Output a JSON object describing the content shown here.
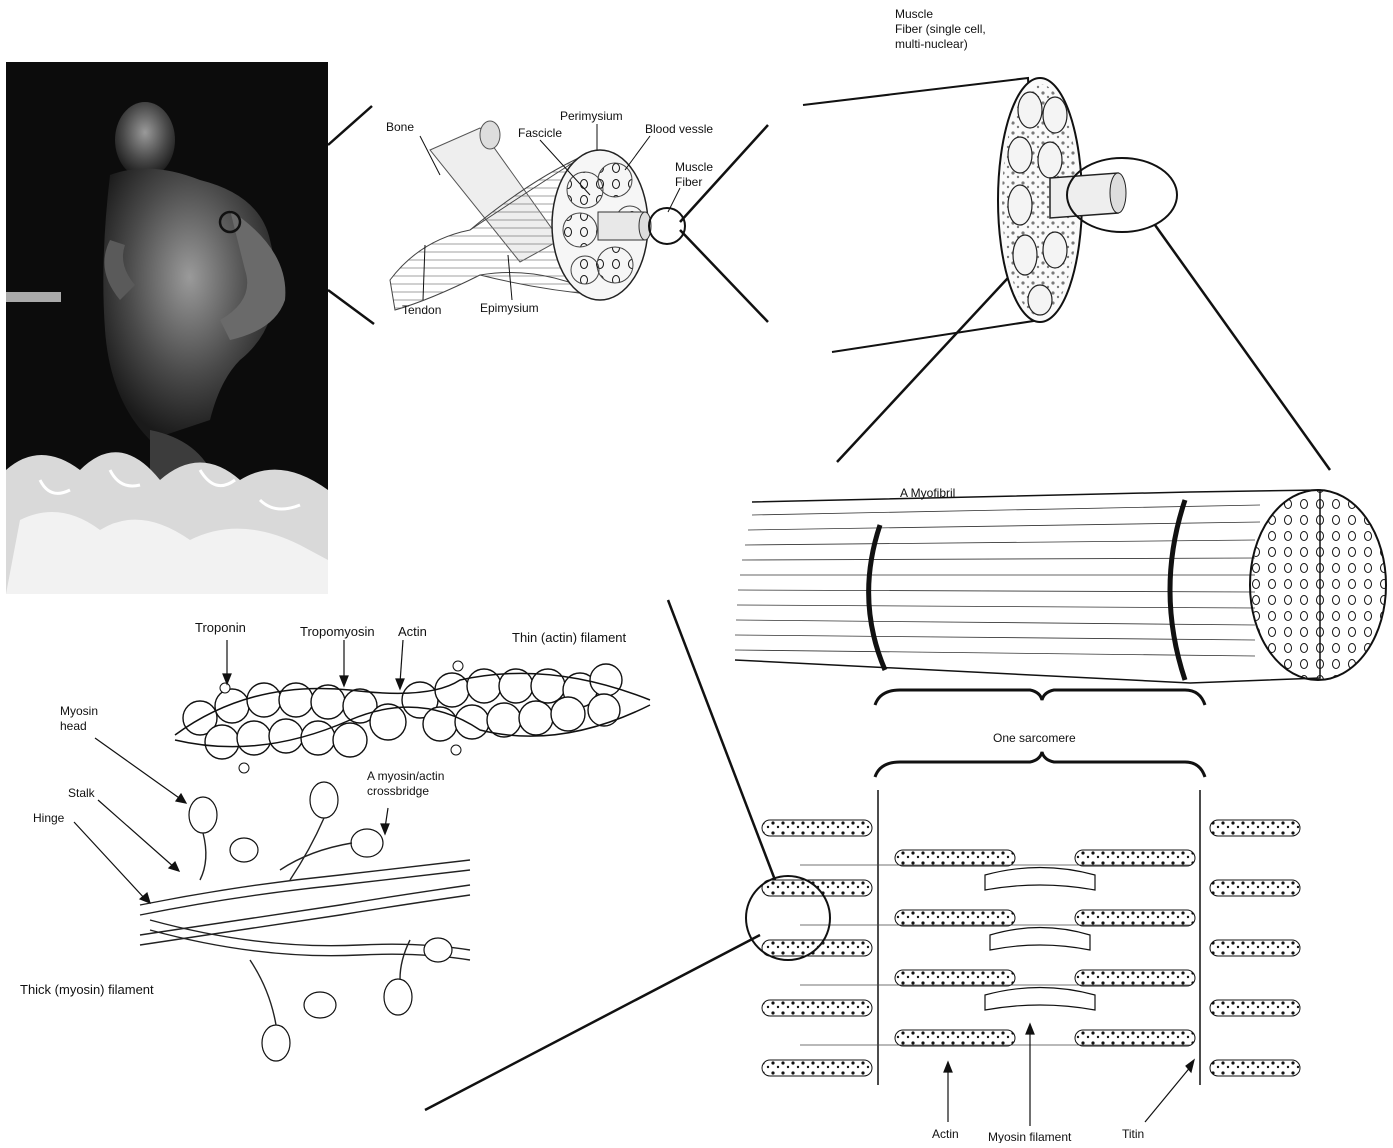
{
  "labels": {
    "muscle_fiber_top": [
      "Muscle",
      "Fiber (single cell,",
      "multi-nuclear)"
    ],
    "bone": "Bone",
    "perimysium": "Perimysium",
    "fascicle": "Fascicle",
    "blood_vessel": "Blood vessle",
    "muscle_fiber_small": [
      "Muscle",
      "Fiber"
    ],
    "tendon": "Tendon",
    "epimysium": "Epimysium",
    "myofibril": "A Myofibril",
    "one_sarcomere": "One sarcomere",
    "troponin": "Troponin",
    "tropomyosin": "Tropomyosin",
    "actin_top": "Actin",
    "thin_filament": "Thin (actin) filament",
    "myosin_head": [
      "Myosin",
      "head"
    ],
    "crossbridge": [
      "A myosin/actin",
      "crossbridge"
    ],
    "stalk": "Stalk",
    "hinge": "Hinge",
    "thick_filament": "Thick (myosin) filament",
    "actin_bottom": "Actin",
    "myosin_filament": "Myosin filament",
    "titin": "Titin"
  },
  "colors": {
    "ink": "#111111",
    "photo_background": "#0c0c0c",
    "paper": "#ffffff"
  }
}
